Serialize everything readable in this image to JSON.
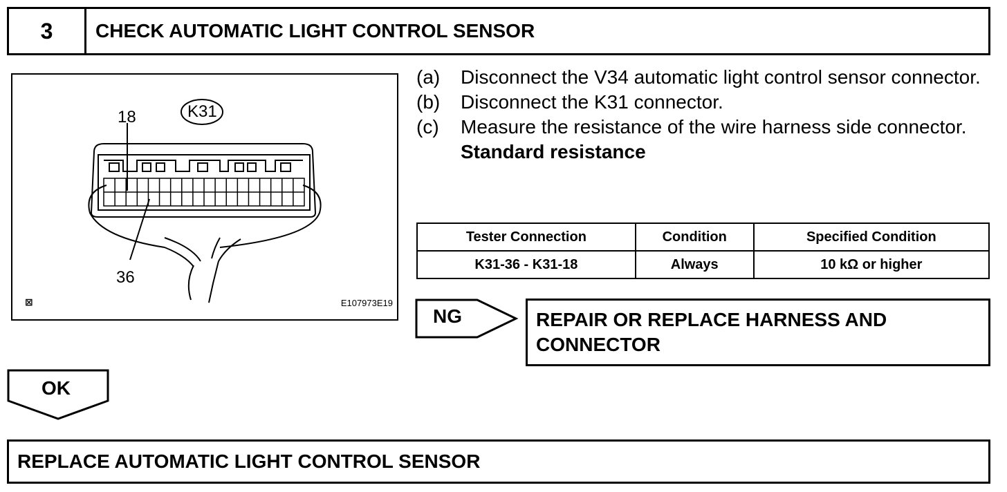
{
  "header": {
    "step_number": "3",
    "title": "CHECK AUTOMATIC LIGHT CONTROL SENSOR"
  },
  "figure": {
    "connector_label": "K31",
    "pin_top": "18",
    "pin_bottom": "36",
    "figure_code": "E107973E19",
    "corner_mark": "⊠"
  },
  "instructions": [
    {
      "letter": "(a)",
      "text": "Disconnect the V34 automatic light control sensor connector."
    },
    {
      "letter": "(b)",
      "text": "Disconnect the K31 connector."
    },
    {
      "letter": "(c)",
      "text": "Measure the resistance of the wire harness side connector."
    }
  ],
  "standard_label": "Standard resistance",
  "table": {
    "headers": [
      "Tester Connection",
      "Condition",
      "Specified Condition"
    ],
    "rows": [
      [
        "K31-36 - K31-18",
        "Always",
        "10 kΩ or higher"
      ]
    ]
  },
  "ng": {
    "tag": "NG",
    "result": "REPAIR OR REPLACE HARNESS AND CONNECTOR"
  },
  "ok": {
    "tag": "OK"
  },
  "final_step": "REPLACE AUTOMATIC LIGHT CONTROL SENSOR"
}
